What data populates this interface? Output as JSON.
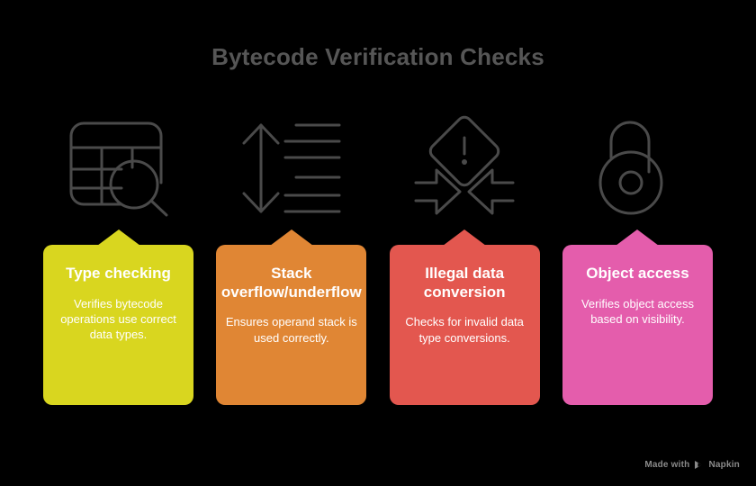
{
  "page": {
    "title": "Bytecode Verification Checks",
    "background_color": "#000000",
    "title_color": "#565656",
    "icon_stroke_color": "#4a4a4a"
  },
  "columns": [
    {
      "icon_name": "table-search-icon",
      "accent_color": "#D9D61F",
      "title": "Type checking",
      "description": "Verifies bytecode operations use correct data types."
    },
    {
      "icon_name": "stack-updown-arrow-icon",
      "accent_color": "#E08634",
      "title": "Stack overflow/underflow",
      "title_line1": "Stack",
      "title_line2": "overflow/underflow",
      "description": "Ensures operand stack is used correctly."
    },
    {
      "icon_name": "warning-collision-arrows-icon",
      "accent_color": "#E3574F",
      "title": "Illegal data conversion",
      "description": "Checks for invalid data type conversions."
    },
    {
      "icon_name": "padlock-icon",
      "accent_color": "#E45DAC",
      "title": "Object access",
      "description": "Verifies object access based on visibility."
    }
  ],
  "watermark": {
    "prefix": "Made with",
    "brand": "Napkin",
    "logo_name": "napkin-logo-icon",
    "color": "#8a8a8a"
  }
}
